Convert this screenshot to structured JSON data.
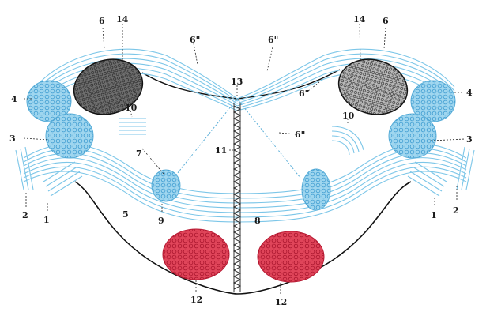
{
  "colors": {
    "fiber": "#7cc6e8",
    "nucleus_blue": "#7cc6e8",
    "nucleus_red": "#e0455a",
    "nucleus_dark": "#555555",
    "outline": "#111111",
    "raphe": "#333333"
  },
  "labels": {
    "l1": "1",
    "l2": "2",
    "l3": "3",
    "l4": "4",
    "l5": "5",
    "l6": "6",
    "l6pp": "6\"",
    "l7": "7",
    "l8": "8",
    "l9": "9",
    "l10": "10",
    "l11": "11",
    "l12": "12",
    "l13": "13",
    "l14": "14",
    "r1": "1",
    "r2": "2",
    "r3": "3",
    "r4": "4",
    "r6": "6",
    "r6pp": "6\"",
    "r6pp2": "6\"",
    "r6pp3": "6\"",
    "r10": "10",
    "r12": "12",
    "r14": "14"
  }
}
